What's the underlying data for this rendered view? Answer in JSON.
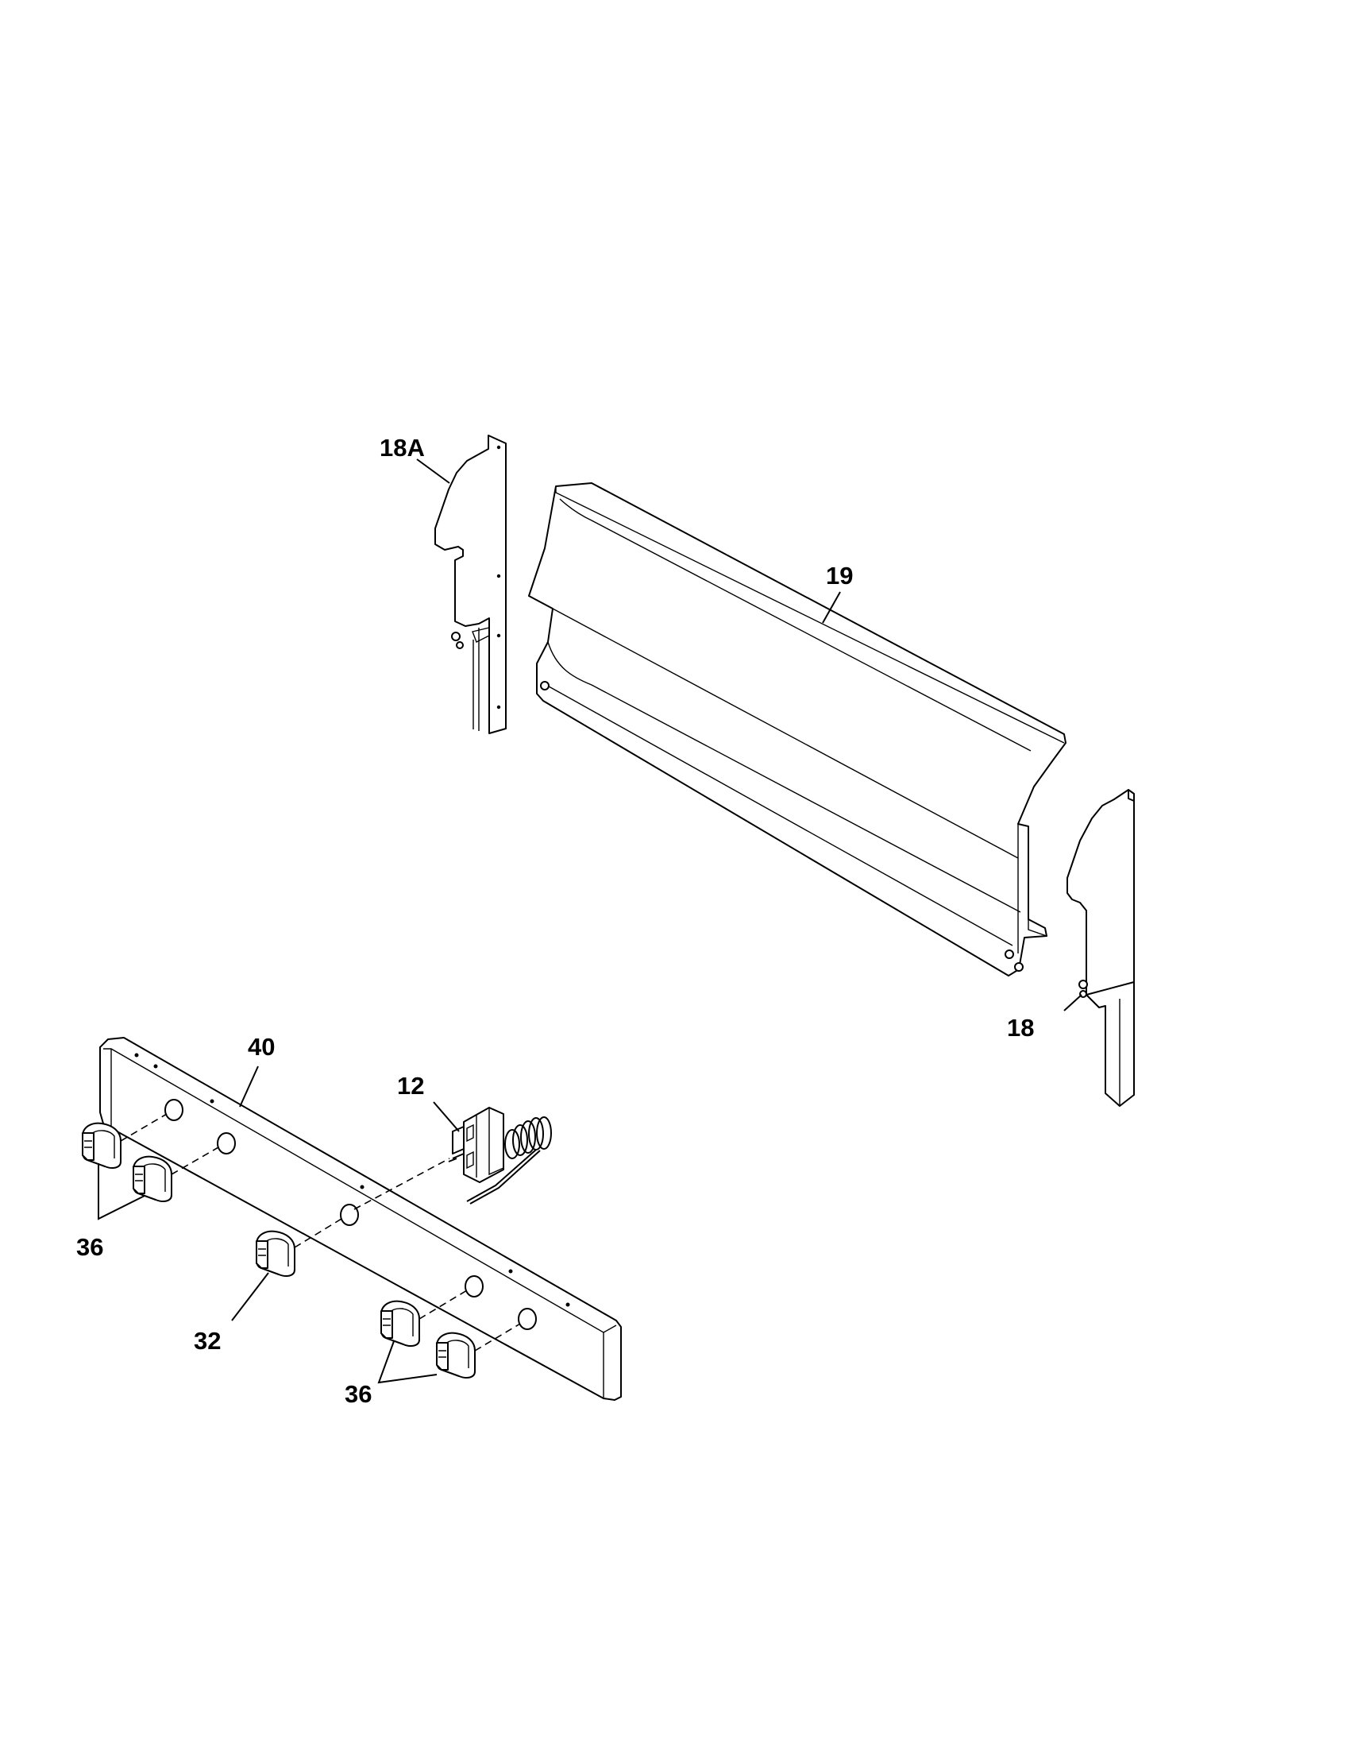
{
  "diagram": {
    "callouts": {
      "bracket_left": "18A",
      "backguard_panel": "19",
      "bracket_right": "18",
      "control_panel": "40",
      "thermostat": "12",
      "knobs_left": "36",
      "knob_center": "32",
      "knobs_right": "36"
    }
  }
}
